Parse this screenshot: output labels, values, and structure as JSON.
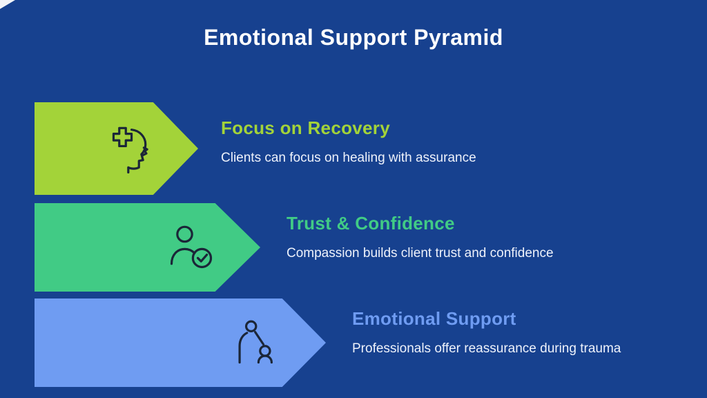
{
  "title": "Emotional Support Pyramid",
  "colors": {
    "background": "#17418f",
    "title": "#ffffff",
    "text": "#eef2fb",
    "level1": "#a3d339",
    "level2": "#41cb85",
    "level3": "#6f9cf2",
    "icon_stroke": "#1b2638"
  },
  "levels": [
    {
      "heading": "Focus on Recovery",
      "description": "Clients can focus on healing with assurance",
      "icon": "head-cross-icon"
    },
    {
      "heading": "Trust & Confidence",
      "description": "Compassion builds client trust and confidence",
      "icon": "person-check-icon"
    },
    {
      "heading": "Emotional Support",
      "description": "Professionals offer reassurance during trauma",
      "icon": "caregiver-icon"
    }
  ]
}
